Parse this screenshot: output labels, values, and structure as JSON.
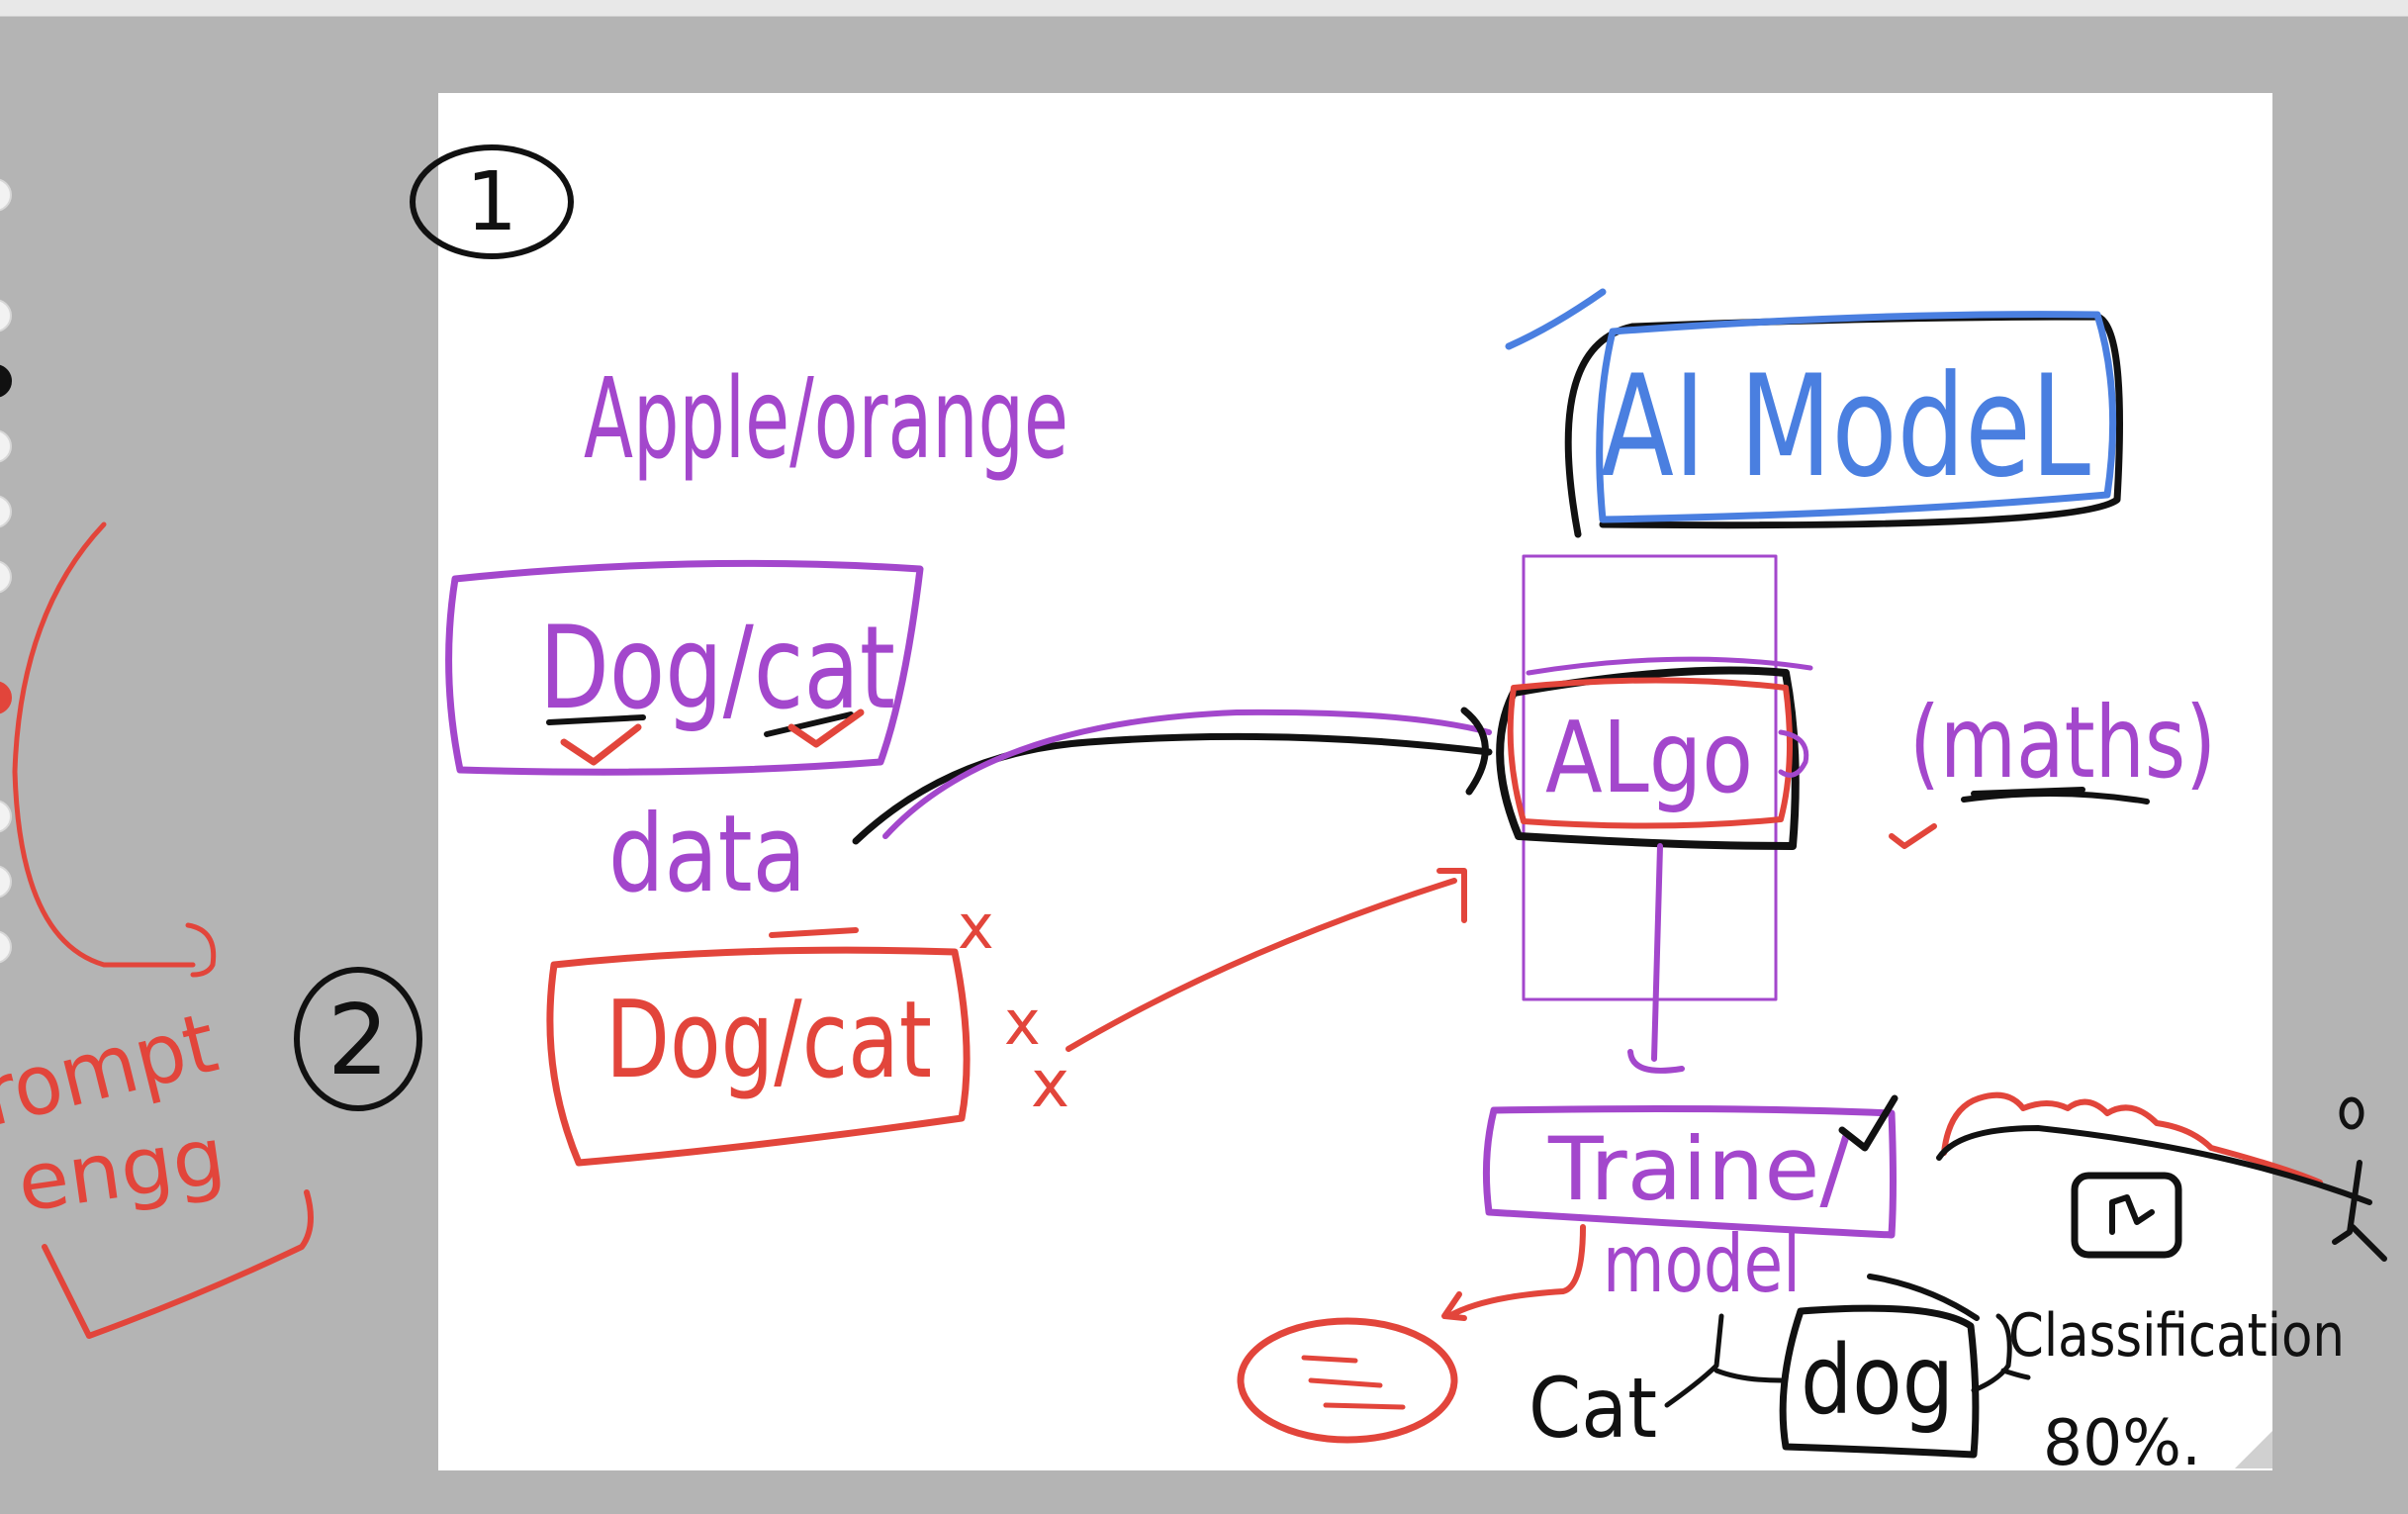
{
  "palette": {
    "purple": "#a347cc",
    "blue": "#4a7fe0",
    "red": "#e2453b",
    "black": "#111111",
    "canvas_bg": "#b4b4b4",
    "page_bg": "#ffffff"
  },
  "tool_rail": {
    "dots": [
      "white",
      "white",
      "black",
      "white",
      "white",
      "white",
      "red",
      "white",
      "white",
      "white"
    ]
  },
  "notes": {
    "step_one": "1",
    "step_two": "2",
    "apple_orange": "Apple/orange",
    "dog_cat_top": "Dog/cat",
    "data": "data",
    "dog_cat_bottom": "Dog/cat",
    "ai_model": "AI ModeL",
    "algo": "ALgo",
    "maths": "(maths)",
    "trained": "Traine/",
    "model": "model",
    "cat": "Cat",
    "dog": "dog",
    "classification": "Classification",
    "percent": "80%.",
    "prompt": "rompt",
    "engg": "engg"
  }
}
